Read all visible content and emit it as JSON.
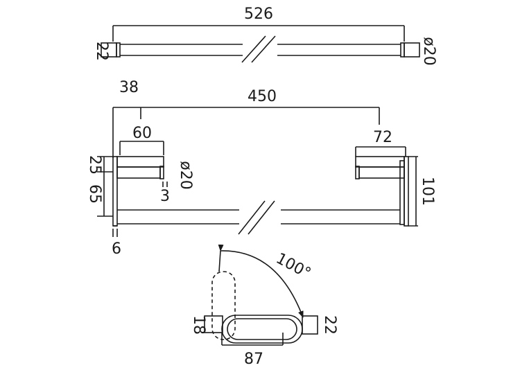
{
  "top_view": {
    "length": "526",
    "end_height": "22",
    "diameter": "ø20"
  },
  "front_view": {
    "offset": "38",
    "centers": "450",
    "bracket_left_width": "60",
    "bracket_right_width": "72",
    "upper_height": "25",
    "lower_height": "65",
    "bar_diameter": "ø20",
    "gap": "3",
    "total_height": "101",
    "plate_thickness": "6"
  },
  "side_view": {
    "angle": "100°",
    "left_height": "18",
    "right_height": "22",
    "depth": "87"
  }
}
